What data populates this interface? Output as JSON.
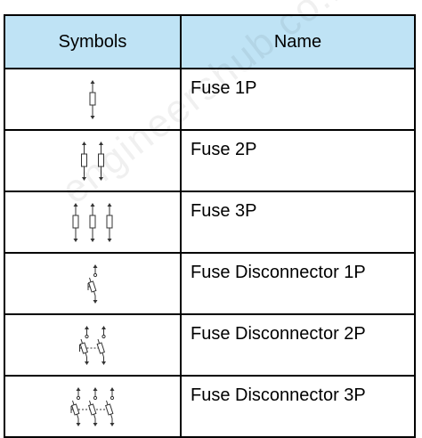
{
  "table": {
    "headers": {
      "symbols": "Symbols",
      "name": "Name"
    },
    "rows": [
      {
        "name": "Fuse 1P",
        "symbol": "fuse",
        "poles": 1
      },
      {
        "name": "Fuse 2P",
        "symbol": "fuse",
        "poles": 2
      },
      {
        "name": "Fuse 3P",
        "symbol": "fuse",
        "poles": 3
      },
      {
        "name": "Fuse Disconnector 1P",
        "symbol": "fuse-disconnector",
        "poles": 1
      },
      {
        "name": "Fuse Disconnector 2P",
        "symbol": "fuse-disconnector",
        "poles": 2
      },
      {
        "name": "Fuse Disconnector 3P",
        "symbol": "fuse-disconnector",
        "poles": 3
      }
    ]
  },
  "watermark": "engineershub.co.in",
  "colors": {
    "header_bg": "#bfe3f5",
    "border": "#000000",
    "symbol_stroke": "#333333"
  }
}
